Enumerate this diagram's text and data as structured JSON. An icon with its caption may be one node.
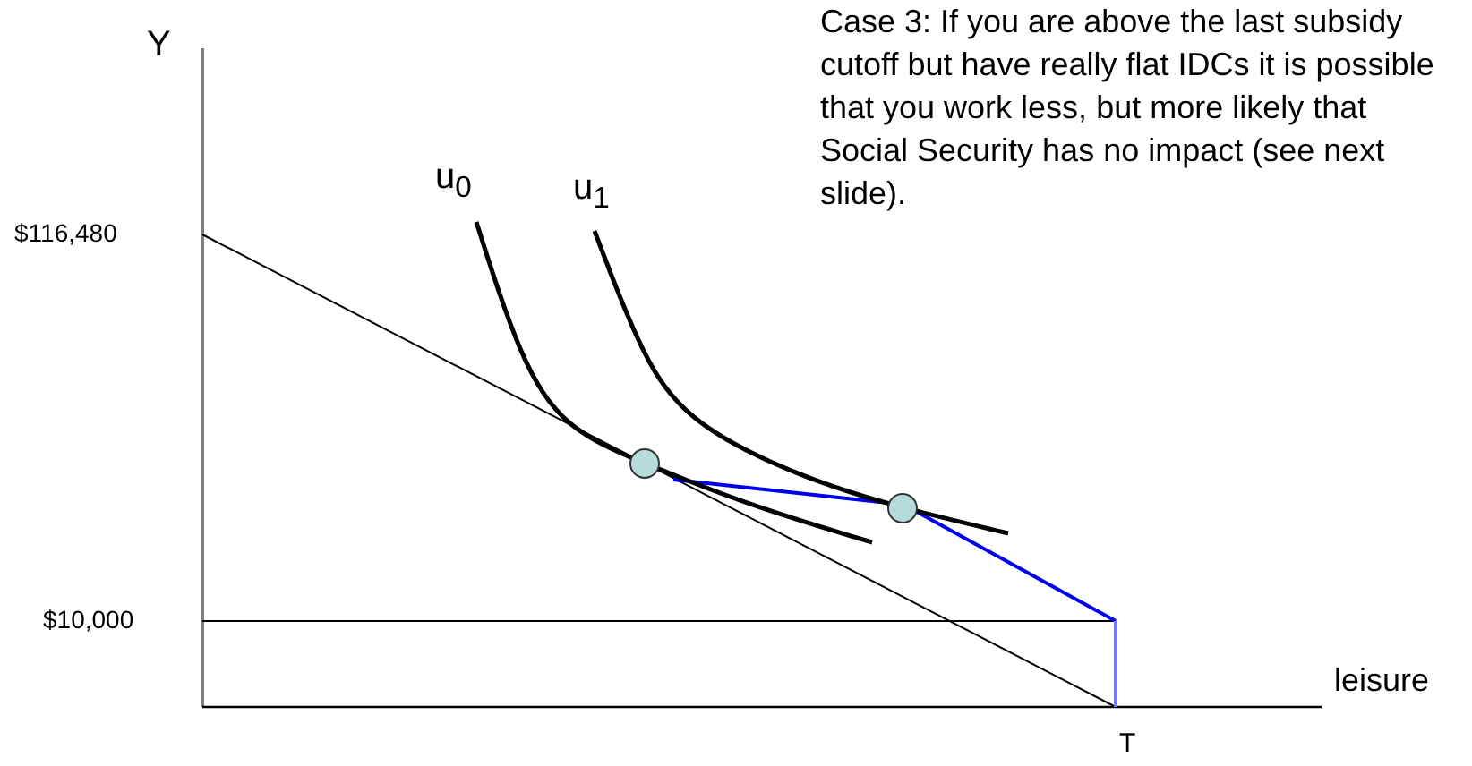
{
  "diagram": {
    "labels": [
      "Y",
      "$116,480",
      "u$_{0}$",
      "u$_{1}$",
      "Case 3: If you are above the last subsidy cutoff but have really flat IDCs it is possible that you work less, but more likely that Social Security has no impact (see next slide).",
      "$10,000",
      "leisure",
      "T"
    ]
  }
}
